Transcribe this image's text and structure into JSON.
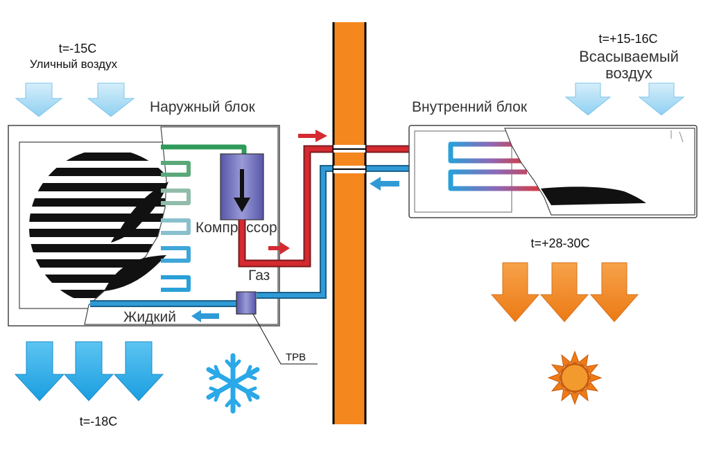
{
  "outdoor": {
    "air_temp": "t=-15C",
    "air_label": "Уличный воздух",
    "unit_label": "Наружный блок",
    "compressor_label": "Компрессор",
    "gas_label": "Газ",
    "liquid_label": "Жидкий",
    "trv_label": "ТРВ",
    "exhaust_temp": "t=-18C"
  },
  "indoor": {
    "intake_temp": "t=+15-16C",
    "intake_label_line1": "Всасываемый",
    "intake_label_line2": "воздух",
    "unit_label": "Внутренний блок",
    "output_temp": "t=+28-30C"
  },
  "colors": {
    "gas_line": "#d42a30",
    "liquid_line": "#2f9bd6",
    "wall": "#f5871f",
    "cold_arrow": "#2aa8e8",
    "cool_arrow": "#a8daf2",
    "hot_arrow": "#f08a24",
    "compressor": "#6f6fbf"
  },
  "icons": [
    "snowflake-icon",
    "sun-icon",
    "fan-icon"
  ]
}
